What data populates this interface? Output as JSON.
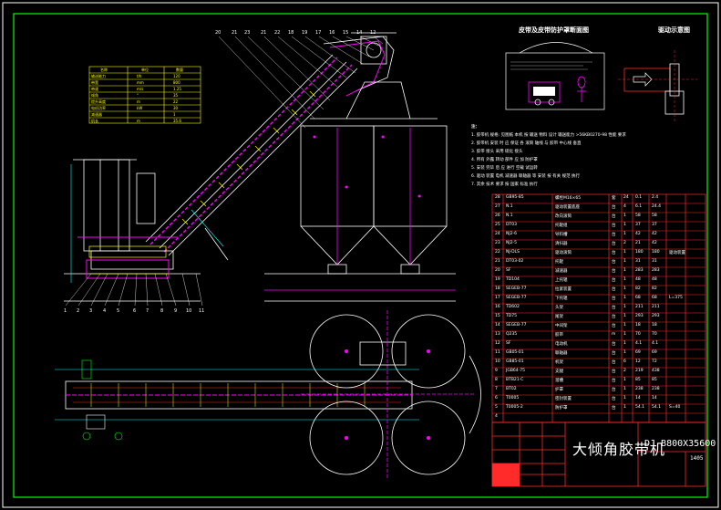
{
  "drawing": {
    "title": "大倾角胶带机",
    "code": "DJ B800X35600",
    "sheet": "1405",
    "section_title_left": "皮带及皮带防护罩断面图",
    "section_title_right": "驱动示意图",
    "notes_header": "注：",
    "notes": [
      "1. 胶带机 规格: 见图纸 本机 按 输送 物料 设计 输送能力 >56KB0270-98 性能 要求",
      "2. 胶带机 安装 时 应 保证 各 滚筒 轴线 与 胶带 中心线 垂直",
      "3. 胶带 接头 采用 硫化 接头",
      "4. 所有 外露 转动 部件 应 加 防护罩",
      "5. 安装 完毕 后 应 进行 空载 试运转",
      "6. 驱动 装置 电机 减速器 联轴器 等 安装 按 有关 规范 执行",
      "7. 其余 技术 要求 按 国家 标准 执行"
    ],
    "balloons_top": [
      "20",
      "21",
      "23",
      "21",
      "22",
      "18",
      "19",
      "17",
      "16",
      "15",
      "14",
      "12"
    ],
    "balloons_bottom": [
      "1",
      "2",
      "3",
      "4",
      "5",
      "6",
      "7",
      "8",
      "9",
      "10",
      "11"
    ],
    "bom": [
      [
        "28",
        "GB95-85",
        "螺栓M16×65",
        "套",
        "24",
        "0.1",
        "2.4",
        ""
      ],
      [
        "27",
        "N.1",
        "驱动装置底座",
        "台",
        "4",
        "6.1",
        "24.4",
        ""
      ],
      [
        "26",
        "N.1",
        "改向滚筒",
        "台",
        "1",
        "58",
        "58",
        ""
      ],
      [
        "25",
        "DT03",
        "托辊组",
        "台",
        "1",
        "37",
        "37",
        ""
      ],
      [
        "24",
        "NJ2-6",
        "导料槽",
        "台",
        "1",
        "42",
        "42",
        ""
      ],
      [
        "23",
        "NJ2-5",
        "清扫器",
        "台",
        "2",
        "21",
        "42",
        ""
      ],
      [
        "22",
        "NJ-DLS",
        "驱动滚筒",
        "台",
        "1",
        "180",
        "180",
        "驱动装置"
      ],
      [
        "21",
        "DT03-02",
        "托辊",
        "台",
        "1",
        "31",
        "31",
        ""
      ],
      [
        "20",
        "SF",
        "减速器",
        "台",
        "1",
        "283",
        "283",
        ""
      ],
      [
        "19",
        "TD104",
        "上托辊",
        "台",
        "1",
        "48",
        "48",
        ""
      ],
      [
        "18",
        "SEGEB-77",
        "拉紧装置",
        "台",
        "1",
        "82",
        "82",
        ""
      ],
      [
        "17",
        "SEGEB-77",
        "下托辊",
        "台",
        "1",
        "68",
        "68",
        "L=375"
      ],
      [
        "16",
        "TD602",
        "头架",
        "台",
        "1",
        "211",
        "211",
        ""
      ],
      [
        "15",
        "TD75",
        "尾架",
        "台",
        "1",
        "293",
        "293",
        ""
      ],
      [
        "14",
        "SEGEB-77",
        "中间架",
        "台",
        "1",
        "18",
        "18",
        ""
      ],
      [
        "13",
        "Q235",
        "胶带",
        "m",
        "1",
        "70",
        "70",
        ""
      ],
      [
        "12",
        "SF",
        "电动机",
        "台",
        "1",
        "4.1",
        "4.1",
        ""
      ],
      [
        "11",
        "GB05-01",
        "联轴器",
        "台",
        "1",
        "69",
        "69",
        ""
      ],
      [
        "10",
        "GB85-01",
        "机架",
        "台",
        "6",
        "12",
        "72",
        ""
      ],
      [
        "9",
        "JGB64-75",
        "支腿",
        "台",
        "2",
        "219",
        "438",
        ""
      ],
      [
        "8",
        "BTB21-C",
        "溜槽",
        "台",
        "1",
        "85",
        "85",
        ""
      ],
      [
        "7",
        "BT02",
        "护罩",
        "台",
        "1",
        "238",
        "238",
        ""
      ],
      [
        "6",
        "T0005",
        "密封装置",
        "台",
        "1",
        "14",
        "14",
        ""
      ],
      [
        "5",
        "T0005-2",
        "防护罩",
        "台",
        "1",
        "54.1",
        "54.1",
        "S=40"
      ],
      [
        "4",
        "",
        "",
        "",
        "",
        "",
        "",
        ""
      ]
    ],
    "spec_table": {
      "headers": [
        "名称",
        "单位",
        "数量"
      ],
      "rows": [
        [
          "输送能力",
          "t/h",
          "120"
        ],
        [
          "带宽",
          "mm",
          "800"
        ],
        [
          "带速",
          "m/s",
          "1.25"
        ],
        [
          "倾角",
          "°",
          "35"
        ],
        [
          "提升高度",
          "m",
          "22"
        ],
        [
          "电机功率",
          "kW",
          "30"
        ],
        [
          "减速器",
          "",
          "1"
        ],
        [
          "机长",
          "m",
          "35.6"
        ]
      ]
    },
    "colors": {
      "background": "#000000",
      "frame": "#00ff00",
      "structure": "#ff00ff",
      "detail": "#ffffff",
      "table": "#ff0000",
      "accent": "#00ffff",
      "highlight": "#ffff00"
    }
  }
}
